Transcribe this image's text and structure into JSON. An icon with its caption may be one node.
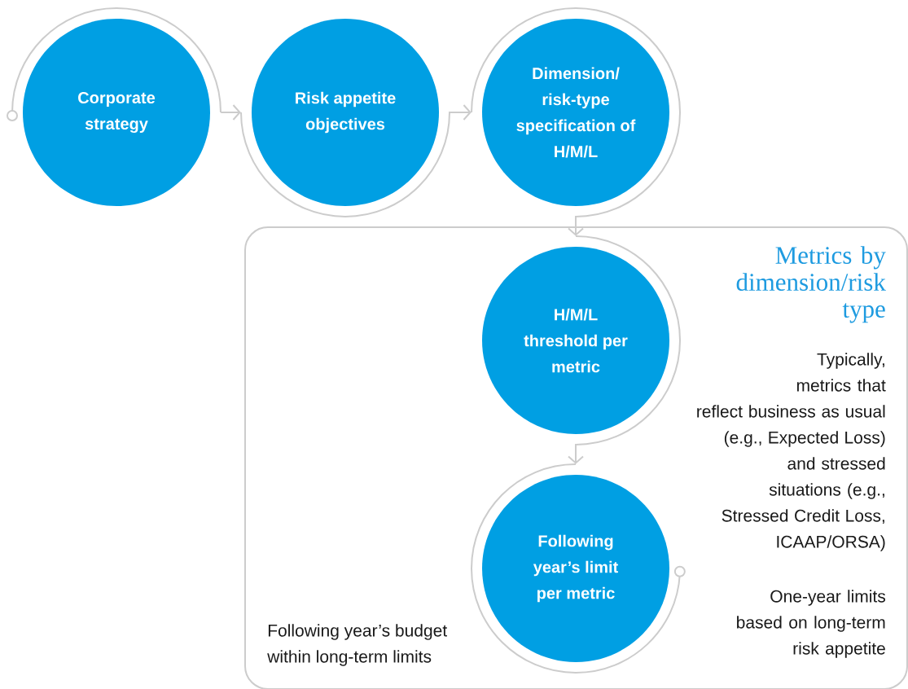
{
  "diagram": {
    "nodes": [
      {
        "text": [
          "Corporate strategy"
        ]
      },
      {
        "text": [
          "Risk appetite objectives"
        ]
      },
      {
        "text": [
          "Dimension/ risk-type specification of H/M/L"
        ]
      },
      {
        "text": [
          "Metrics by dimension/risk type",
          "Typically, metrics that reflect business as usual (e.g., Expected Loss) and stressed situations (e.g., Stressed Credit Loss, ICAAP/ORSA)",
          "One-year limits based on long-term risk appetite",
          "Following year’s budget within long-term limits"
        ]
      },
      {
        "text": [
          "H/M/L threshold per metric"
        ],
        "in": 3
      },
      {
        "text": [
          "Following year’s limit per metric"
        ],
        "in": 3
      }
    ],
    "edges": [
      {
        "from": 0,
        "to": 1,
        "arrow": "to"
      },
      {
        "from": 1,
        "to": 2,
        "arrow": "to"
      },
      {
        "from": 2,
        "to": 4,
        "arrow": "to"
      },
      {
        "from": 4,
        "to": 5,
        "arrow": "to"
      }
    ]
  }
}
